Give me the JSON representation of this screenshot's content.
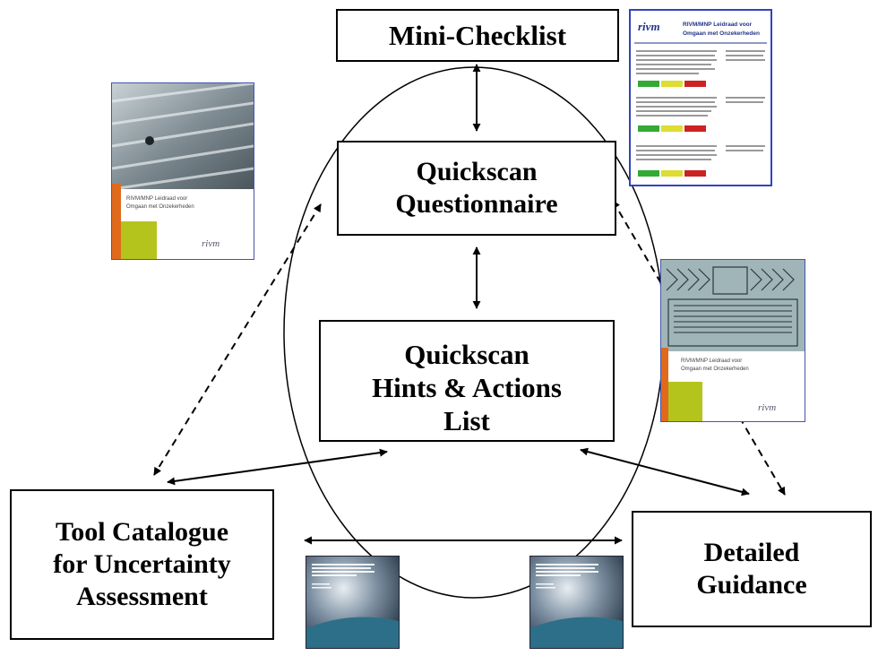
{
  "boxes": {
    "mini_checklist": "Mini-Checklist",
    "quickscan_questionnaire": [
      "Quickscan",
      "Questionnaire"
    ],
    "hints_actions": [
      "Quickscan",
      "Hints & Actions",
      "List"
    ],
    "tool_catalogue": [
      "Tool Catalogue",
      "for Uncertainty",
      "Assessment"
    ],
    "detailed_guidance": [
      "Detailed",
      "Guidance"
    ]
  },
  "doc_brand": "rivm",
  "doc_title": [
    "RIVM/MNP Leidraad voor",
    "Omgaan met Onzekerheden"
  ]
}
